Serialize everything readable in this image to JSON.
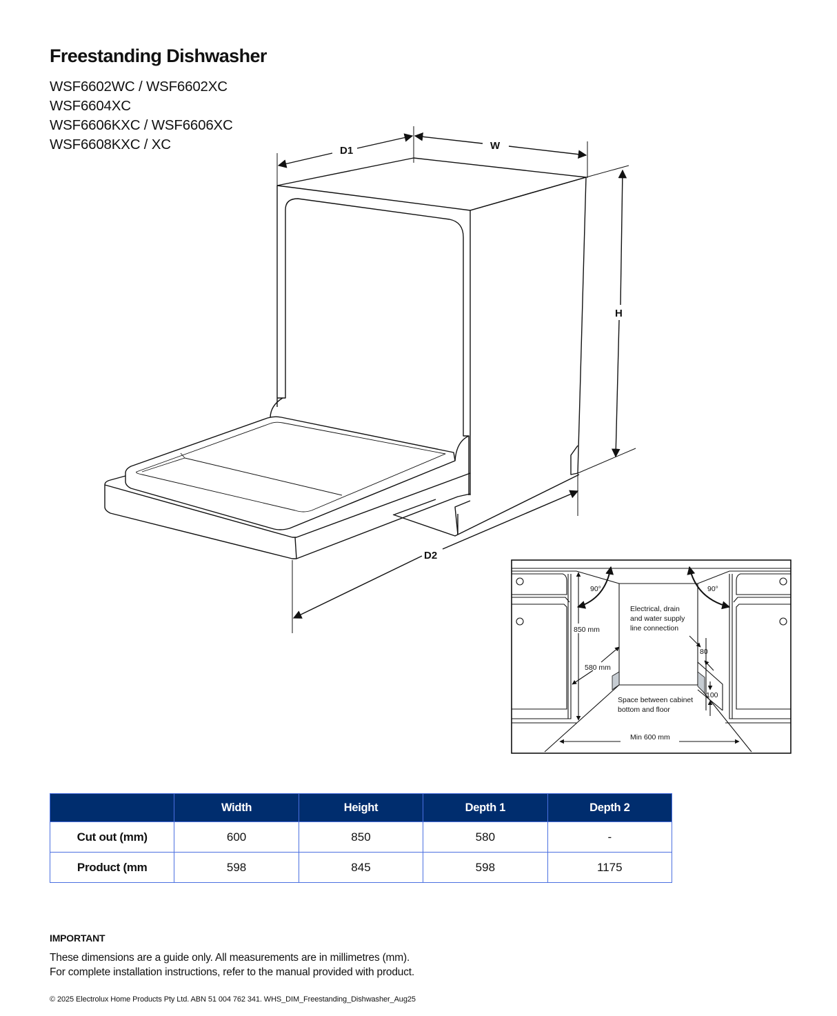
{
  "document": {
    "title": "Freestanding Dishwasher",
    "models": [
      "WSF6602WC / WSF6602XC",
      "WSF6604XC",
      "WSF6606KXC / WSF6606XC",
      "WSF6608KXC / XC"
    ]
  },
  "product_diagram": {
    "dimension_labels": {
      "d1": "D1",
      "w": "W",
      "h": "H",
      "d2": "D2"
    }
  },
  "installation_diagram": {
    "angle_left": "90°",
    "angle_right": "90°",
    "height_label": "850 mm",
    "depth_label": "580 mm",
    "connection_note": [
      "Electrical, drain",
      "and water supply",
      "line connection"
    ],
    "clearance_top": "80",
    "clearance_bottom": "100",
    "floor_note": [
      "Space between cabinet",
      "bottom and floor"
    ],
    "width_label": "Min 600 mm"
  },
  "dimensions_table": {
    "headers": [
      "",
      "Width",
      "Height",
      "Depth 1",
      "Depth 2"
    ],
    "rows": [
      {
        "label": "Cut out (mm)",
        "values": [
          "600",
          "850",
          "580",
          "-"
        ]
      },
      {
        "label": "Product (mm",
        "values": [
          "598",
          "845",
          "598",
          "1175"
        ]
      }
    ],
    "colors": {
      "header_bg": "#002d6e",
      "border": "#4a6fe0"
    }
  },
  "important": {
    "heading": "IMPORTANT",
    "lines": [
      "These dimensions are a guide only. All measurements are in millimetres (mm).",
      "For complete installation instructions, refer to the manual provided with product."
    ]
  },
  "footer": {
    "text": "© 2025 Electrolux Home Products Pty Ltd. ABN 51 004 762 341.  WHS_DIM_Freestanding_Dishwasher_Aug25"
  }
}
